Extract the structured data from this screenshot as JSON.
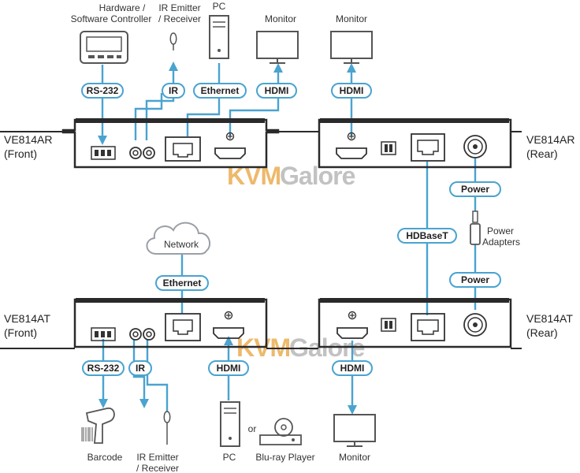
{
  "colors": {
    "line": "#4aa3d0",
    "pill_border": "#4aa3d0",
    "device": "#2a2a2a",
    "icon": "#555555",
    "watermark_kvm": "#e8a23a",
    "watermark_galore": "#9a9a9a"
  },
  "watermark": {
    "kvm": "KVM",
    "galore": "Galore"
  },
  "devices": {
    "ar_front": {
      "name": "VE814AR",
      "side": "(Front)"
    },
    "ar_rear": {
      "name": "VE814AR",
      "side": "(Rear)"
    },
    "at_front": {
      "name": "VE814AT",
      "side": "(Front)"
    },
    "at_rear": {
      "name": "VE814AT",
      "side": "(Rear)"
    }
  },
  "top": {
    "hardware_line1": "Hardware /",
    "hardware_line2": "Software Controller",
    "ir_line1": "IR Emitter",
    "ir_line2": "/ Receiver",
    "pc": "PC",
    "monitor1": "Monitor",
    "monitor2": "Monitor"
  },
  "pills": {
    "rs232_top": "RS-232",
    "ir_top": "IR",
    "ethernet_top": "Ethernet",
    "hdmi_top": "HDMI",
    "hdmi_top_rear": "HDMI",
    "power_top": "Power",
    "hdbaset": "HDBaseT",
    "power_bottom": "Power",
    "ethernet_bottom": "Ethernet",
    "rs232_bottom": "RS-232",
    "ir_bottom": "IR",
    "hdmi_bottom": "HDMI",
    "hdmi_bottom_rear": "HDMI"
  },
  "middle": {
    "network": "Network",
    "power_adapters_line1": "Power",
    "power_adapters_line2": "Adapters"
  },
  "bottom": {
    "barcode": "Barcode",
    "ir_line1": "IR Emitter",
    "ir_line2": "/ Receiver",
    "pc": "PC",
    "or": "or",
    "bluray": "Blu-ray Player",
    "monitor": "Monitor"
  }
}
